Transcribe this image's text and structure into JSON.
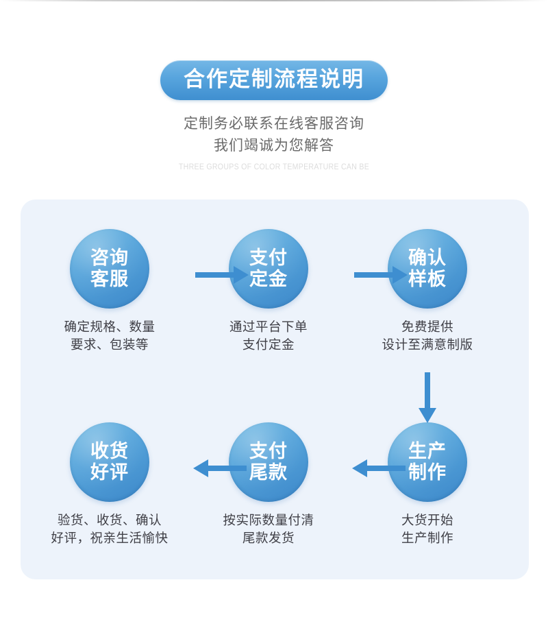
{
  "header": {
    "title": "合作定制流程说明",
    "subtitle_line1": "定制务必联系在线客服咨询",
    "subtitle_line2": "我们竭诚为您解答",
    "subtitle_en": "THREE GROUPS OF COLOR TEMPERATURE CAN BE"
  },
  "colors": {
    "accent": "#3e8ed0",
    "circle_light": "#6cb8e3",
    "circle_dark": "#3c87c9",
    "panel_bg": "#edf3fb",
    "page_bg": "#ffffff",
    "caption_text": "#3f3f46",
    "subtitle_text": "#6a6a6a",
    "subtitle_en_text": "#dcdcdc"
  },
  "flow": {
    "nodes": [
      {
        "id": "consult",
        "circle_line1": "咨询",
        "circle_line2": "客服",
        "caption_line1": "确定规格、数量",
        "caption_line2": "要求、包装等"
      },
      {
        "id": "deposit",
        "circle_line1": "支付",
        "circle_line2": "定金",
        "caption_line1": "通过平台下单",
        "caption_line2": "支付定金"
      },
      {
        "id": "sample",
        "circle_line1": "确认",
        "circle_line2": "样板",
        "caption_line1": "免费提供",
        "caption_line2": "设计至满意制版"
      },
      {
        "id": "receive",
        "circle_line1": "收货",
        "circle_line2": "好评",
        "caption_line1": "验货、收货、确认",
        "caption_line2": "好评，祝亲生活愉快"
      },
      {
        "id": "balance",
        "circle_line1": "支付",
        "circle_line2": "尾款",
        "caption_line1": "按实际数量付清",
        "caption_line2": "尾款发货"
      },
      {
        "id": "production",
        "circle_line1": "生产",
        "circle_line2": "制作",
        "caption_line1": "大货开始",
        "caption_line2": "生产制作"
      }
    ],
    "arrows": [
      {
        "id": "consult-to-deposit",
        "direction": "right"
      },
      {
        "id": "deposit-to-sample",
        "direction": "right"
      },
      {
        "id": "sample-to-production",
        "direction": "down"
      },
      {
        "id": "production-to-balance",
        "direction": "left"
      },
      {
        "id": "balance-to-receive",
        "direction": "left"
      }
    ]
  }
}
